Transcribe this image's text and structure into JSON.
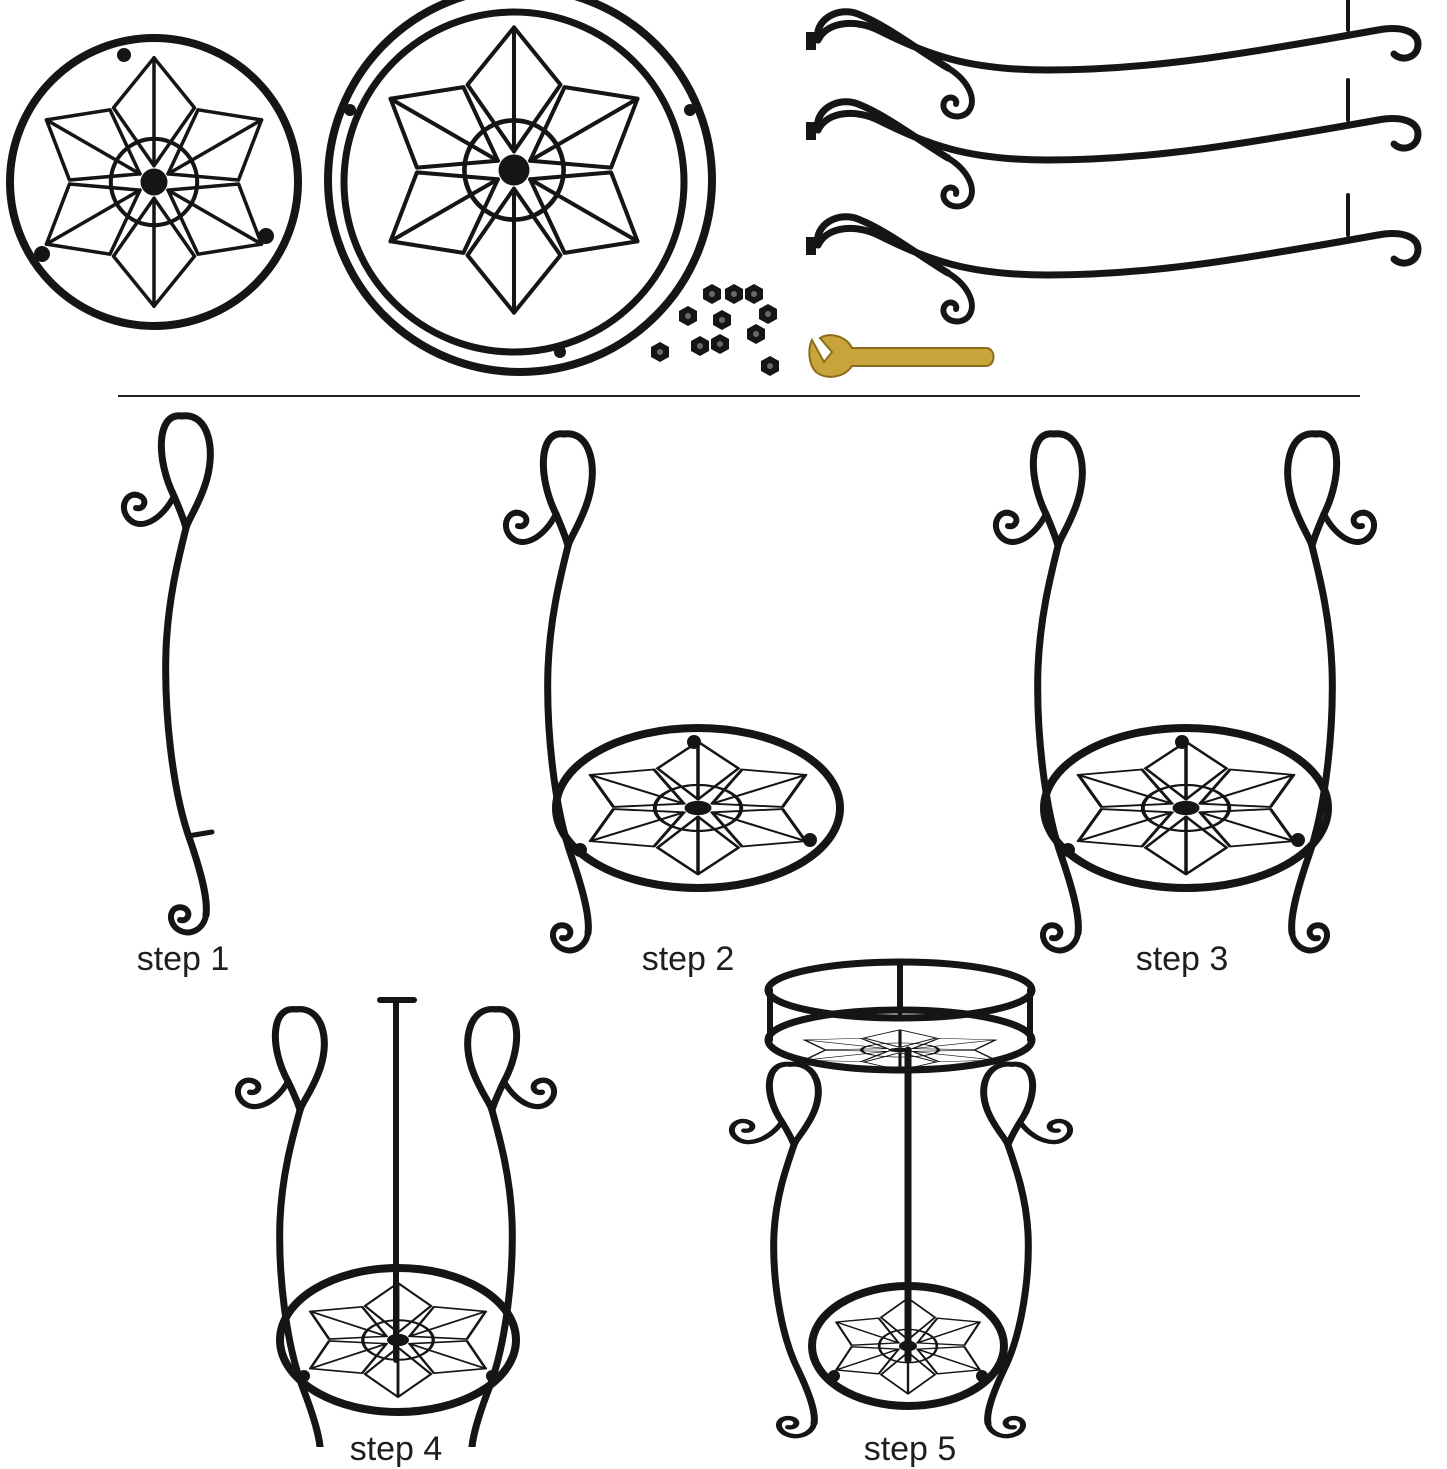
{
  "steps": [
    {
      "label": "step 1"
    },
    {
      "label": "step 2"
    },
    {
      "label": "step 3"
    },
    {
      "label": "step 4"
    },
    {
      "label": "step 5"
    }
  ],
  "colors": {
    "metal": "#151515",
    "background": "#ffffff",
    "wrench": "#c9a43a",
    "divider": "#222222"
  },
  "parts": {
    "trays": 2,
    "legs": 3,
    "nuts": 11,
    "wrench": 1
  }
}
